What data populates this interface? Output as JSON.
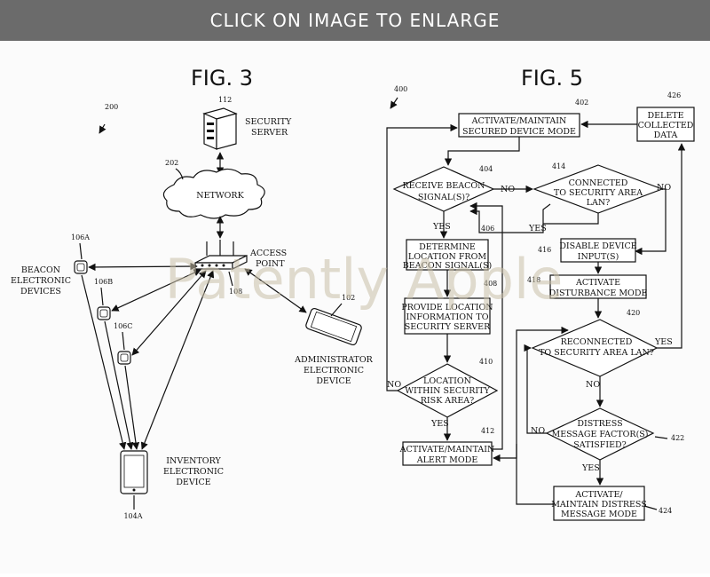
{
  "banner": {
    "label": "CLICK ON IMAGE TO ENLARGE"
  },
  "watermark": "Patently Apple",
  "fig3": {
    "title": "FIG. 3",
    "system_ref": "200",
    "server": {
      "ref": "112",
      "label_lines": [
        "SECURITY",
        "SERVER"
      ]
    },
    "network": {
      "ref": "202",
      "label": "NETWORK"
    },
    "access_point": {
      "ref": "108",
      "label_lines": [
        "ACCESS",
        "POINT"
      ]
    },
    "beacons": {
      "label_lines": [
        "BEACON",
        "ELECTRONIC",
        "DEVICES"
      ],
      "refs": [
        "106A",
        "106B",
        "106C"
      ]
    },
    "admin": {
      "ref": "102",
      "label_lines": [
        "ADMINISTRATOR",
        "ELECTRONIC",
        "DEVICE"
      ]
    },
    "inventory": {
      "ref": "104A",
      "label_lines": [
        "INVENTORY",
        "ELECTRONIC",
        "DEVICE"
      ]
    }
  },
  "fig5": {
    "title": "FIG. 5",
    "ref": "400",
    "steps": {
      "s402": {
        "ref": "402",
        "lines": [
          "ACTIVATE/MAINTAIN",
          "SECURED DEVICE MODE"
        ]
      },
      "s404": {
        "ref": "404",
        "lines": [
          "RECEIVE BEACON",
          "SIGNAL(S)?"
        ]
      },
      "s406": {
        "ref": "406",
        "lines": [
          "DETERMINE",
          "LOCATION FROM",
          "BEACON SIGNAL(S)"
        ]
      },
      "s408": {
        "ref": "408",
        "lines": [
          "PROVIDE LOCATION",
          "INFORMATION TO",
          "SECURITY SERVER"
        ]
      },
      "s410": {
        "ref": "410",
        "lines": [
          "LOCATION",
          "WITHIN SECURITY",
          "RISK AREA?"
        ]
      },
      "s412": {
        "ref": "412",
        "lines": [
          "ACTIVATE/MAINTAIN",
          "ALERT MODE"
        ]
      },
      "s414": {
        "ref": "414",
        "lines": [
          "CONNECTED",
          "TO SECURITY AREA",
          "LAN?"
        ]
      },
      "s416": {
        "ref": "416",
        "lines": [
          "DISABLE DEVICE",
          "INPUT(S)"
        ]
      },
      "s418": {
        "ref": "418",
        "lines": [
          "ACTIVATE",
          "DISTURBANCE MODE"
        ]
      },
      "s420": {
        "ref": "420",
        "lines": [
          "RECONNECTED",
          "TO SECURITY AREA LAN?"
        ]
      },
      "s422": {
        "ref": "422",
        "lines": [
          "DISTRESS",
          "MESSAGE FACTOR(S)",
          "SATISFIED?"
        ]
      },
      "s424": {
        "ref": "424",
        "lines": [
          "ACTIVATE/",
          "MAINTAIN DISTRESS",
          "MESSAGE MODE"
        ]
      },
      "s426": {
        "ref": "426",
        "lines": [
          "DELETE",
          "COLLECTED",
          "DATA"
        ]
      }
    },
    "edge_labels": {
      "yes": "YES",
      "no": "NO"
    }
  }
}
